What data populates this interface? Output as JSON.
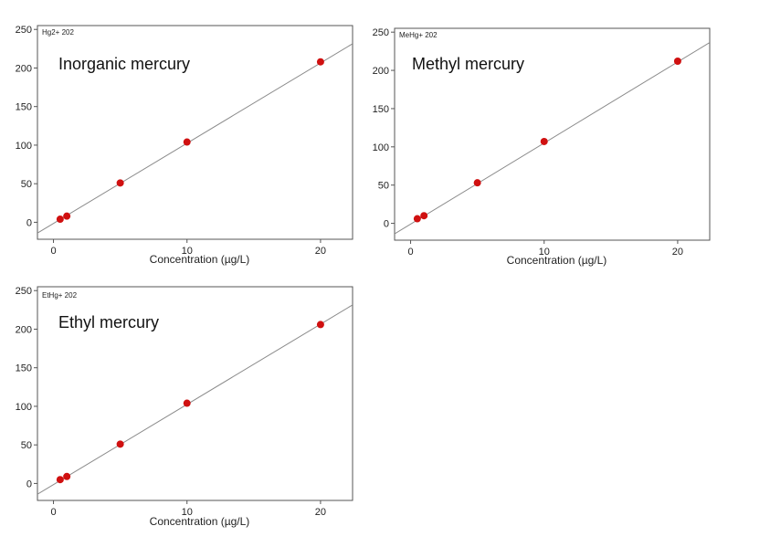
{
  "chart_data": [
    {
      "type": "scatter",
      "title": "Inorganic mercury",
      "series_label": "Hg2+ 202",
      "xlabel": "Concentration (µg/L)",
      "ylabel": "",
      "xlim": [
        -1.2,
        22.4
      ],
      "ylim": [
        -22,
        255
      ],
      "xticks": [
        0,
        10,
        20
      ],
      "yticks": [
        0,
        50,
        100,
        150,
        200,
        250
      ],
      "points": [
        {
          "x": 0.5,
          "y": 4
        },
        {
          "x": 1,
          "y": 8
        },
        {
          "x": 5,
          "y": 51
        },
        {
          "x": 10,
          "y": 104
        },
        {
          "x": 20,
          "y": 208
        }
      ],
      "fit_line": {
        "slope": 10.4,
        "intercept": -1.5
      },
      "grid": false
    },
    {
      "type": "scatter",
      "title": "Methyl mercury",
      "series_label": "MeHg+ 202",
      "xlabel": "Concentration (µg/L)",
      "ylabel": "",
      "xlim": [
        -1.2,
        22.4
      ],
      "ylim": [
        -22,
        255
      ],
      "xticks": [
        0,
        10,
        20
      ],
      "yticks": [
        0,
        50,
        100,
        150,
        200,
        250
      ],
      "points": [
        {
          "x": 0.5,
          "y": 6
        },
        {
          "x": 1,
          "y": 10
        },
        {
          "x": 5,
          "y": 53
        },
        {
          "x": 10,
          "y": 107
        },
        {
          "x": 20,
          "y": 212
        }
      ],
      "fit_line": {
        "slope": 10.6,
        "intercept": -1.0
      },
      "grid": false
    },
    {
      "type": "scatter",
      "title": "Ethyl mercury",
      "series_label": "EtHg+ 202",
      "xlabel": "Concentration (µg/L)",
      "ylabel": "",
      "xlim": [
        -1.2,
        22.4
      ],
      "ylim": [
        -22,
        255
      ],
      "xticks": [
        0,
        10,
        20
      ],
      "yticks": [
        0,
        50,
        100,
        150,
        200,
        250
      ],
      "points": [
        {
          "x": 0.5,
          "y": 5
        },
        {
          "x": 1,
          "y": 9
        },
        {
          "x": 5,
          "y": 51
        },
        {
          "x": 10,
          "y": 104
        },
        {
          "x": 20,
          "y": 206
        }
      ],
      "fit_line": {
        "slope": 10.4,
        "intercept": -1.5
      },
      "grid": false
    }
  ],
  "colors": {
    "point": "#d01010",
    "fit_line": "#8a8a8a",
    "frame": "#555555"
  }
}
